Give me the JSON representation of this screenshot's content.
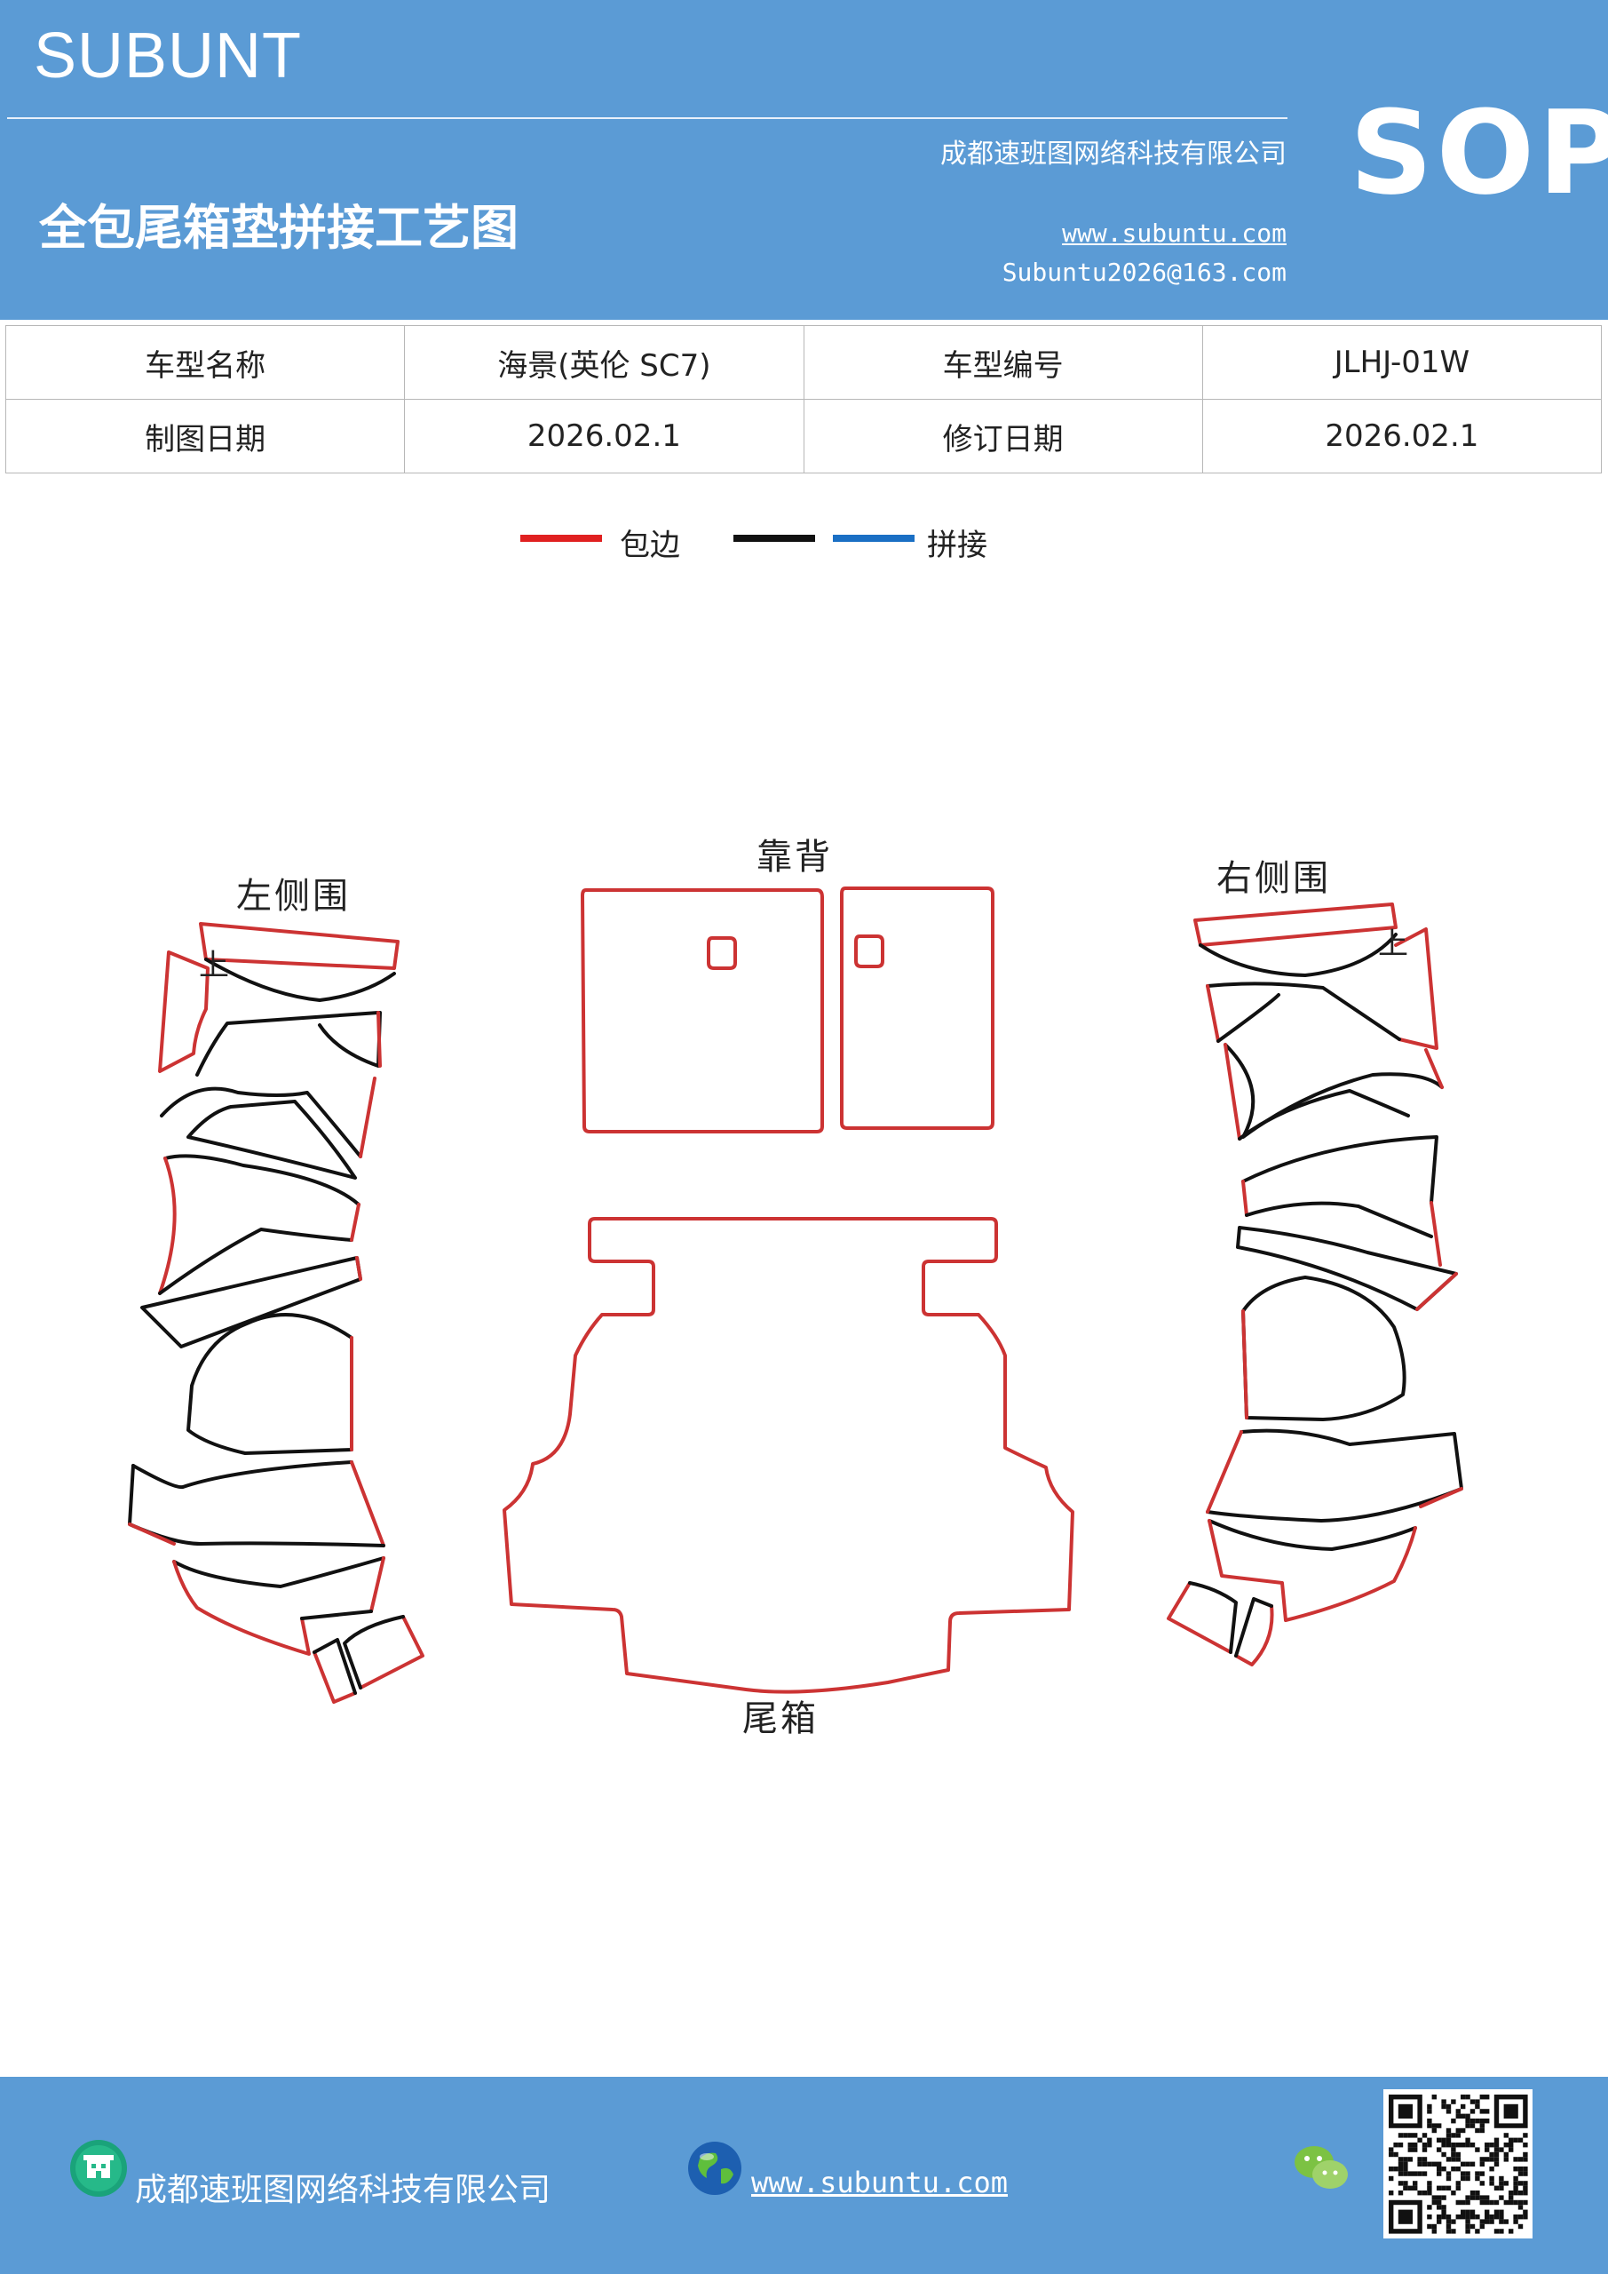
{
  "header": {
    "brand": "SUBUNT",
    "company": "成都速班图网络科技有限公司",
    "title": "全包尾箱垫拼接工艺图",
    "website": "www.subuntu.com",
    "email": "Subuntu2026@163.com",
    "badge": "SOP",
    "background_color": "#5b9bd5"
  },
  "info_table": {
    "rows": [
      {
        "label1": "车型名称",
        "value1": "海景(英伦 SC7)",
        "label2": "车型编号",
        "value2": "JLHJ-01W"
      },
      {
        "label1": "制图日期",
        "value1": "2026.02.1",
        "label2": "修订日期",
        "value2": "2026.02.1"
      }
    ]
  },
  "legend": {
    "items": [
      {
        "color": "#e02020",
        "label": "包边"
      },
      {
        "color": "#111111",
        "label": ""
      },
      {
        "color": "#1a6fc4",
        "label": "拼接"
      }
    ]
  },
  "drawing": {
    "labels": {
      "left": "左侧围",
      "back": "靠背",
      "right": "右侧围",
      "trunk": "尾箱",
      "left_mark": "上",
      "right_mark": "上"
    },
    "colors": {
      "edge": "#cc3333",
      "seam": "#111111"
    }
  },
  "footer": {
    "company": "成都速班图网络科技有限公司",
    "website": "www.subuntu.com",
    "icons": [
      "building-icon",
      "globe-icon",
      "wechat-icon",
      "qr-code"
    ]
  }
}
